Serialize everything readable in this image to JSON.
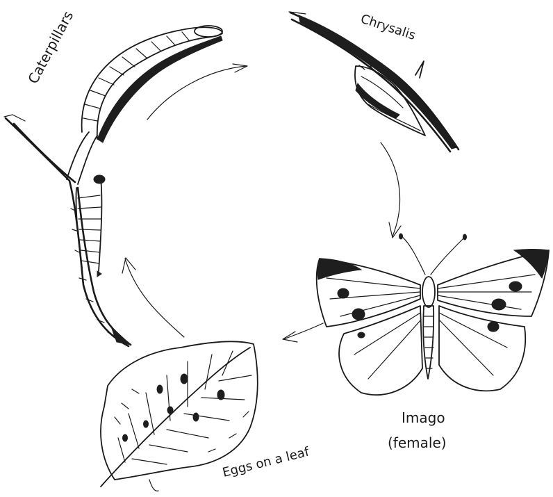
{
  "labels": {
    "caterpillars": "Caterpillars",
    "chrysalis": "Chrysalis",
    "imago": "Imago",
    "imago_note": "(female)",
    "eggs": "Eggs on a leaf"
  },
  "stages_order": [
    "Eggs on a leaf",
    "Caterpillars",
    "Chrysalis",
    "Imago"
  ],
  "colors": {
    "ink": "#1a1a1a",
    "background": "#ffffff"
  }
}
